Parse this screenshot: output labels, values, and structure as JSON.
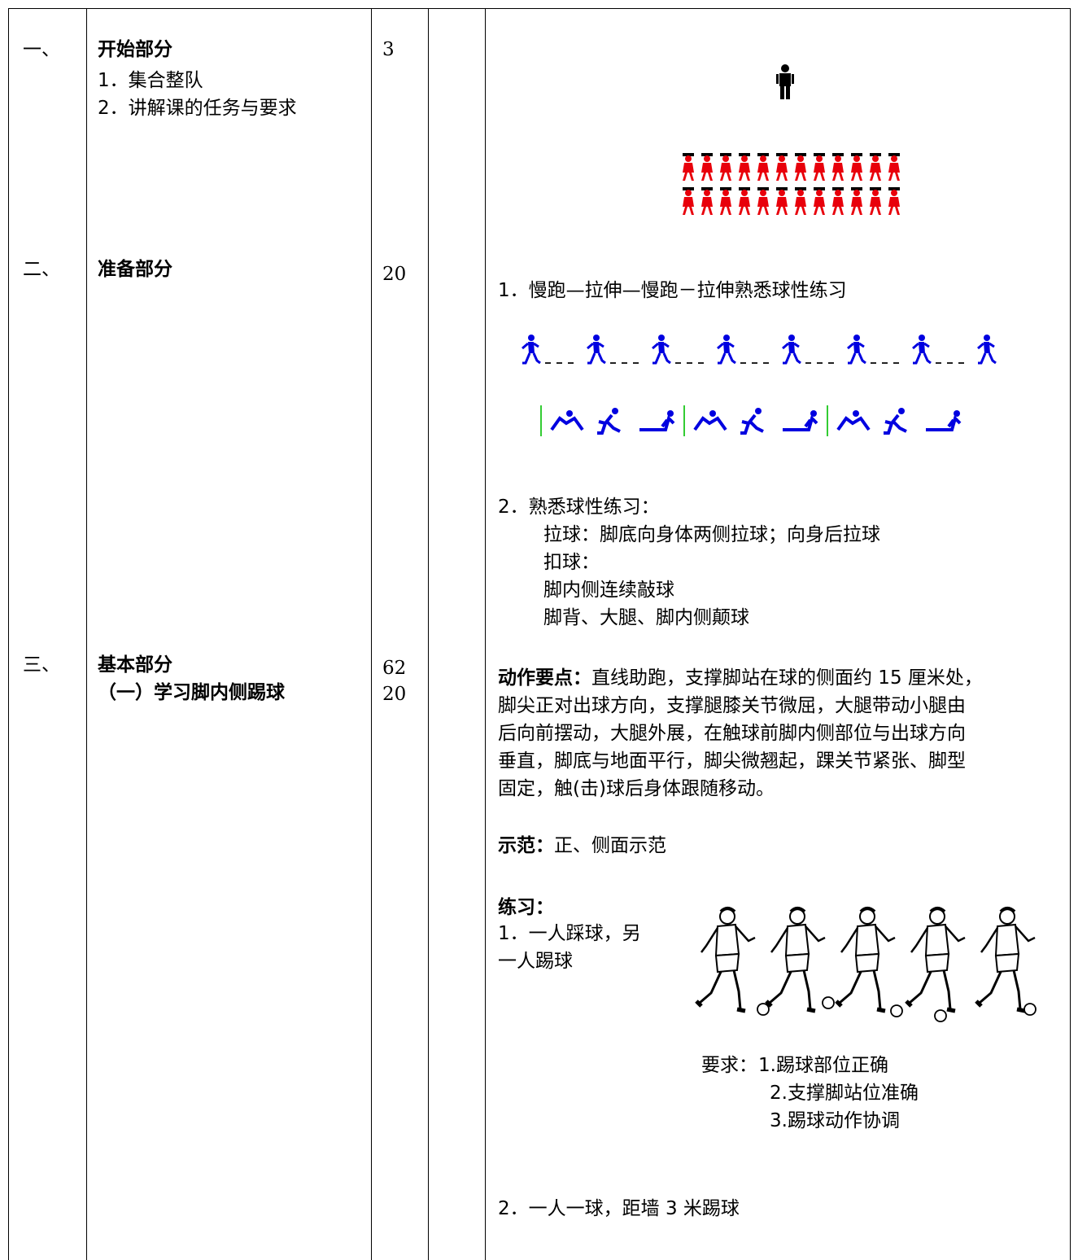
{
  "rows": [
    {
      "num": "一、",
      "title": "开始部分",
      "items": [
        "1．集合整队",
        "2．讲解课的任务与要求"
      ],
      "time": "3"
    },
    {
      "num": "二、",
      "title": "准备部分",
      "time": "20"
    },
    {
      "num": "三、",
      "title": "基本部分",
      "subtitle": "（一）学习脚内侧踢球",
      "time": "62",
      "time2": "20"
    }
  ],
  "right": {
    "warmup_title": "1．慢跑—拉伸—慢跑－拉伸熟悉球性练习",
    "ball_title": "2．熟悉球性练习：",
    "ball_lines": [
      "拉球：脚底向身体两侧拉球；向身后拉球",
      "扣球：",
      "脚内侧连续敲球",
      "脚背、大腿、脚内侧颠球"
    ],
    "key_label": "动作要点：",
    "key_lines": [
      "直线助跑，支撑脚站在球的侧面约 15 厘米处，",
      "脚尖正对出球方向，支撑腿膝关节微屈，大腿带动小腿由",
      "后向前摆动，大腿外展，在触球前脚内侧部位与出球方向",
      "垂直，脚底与地面平行，脚尖微翘起，踝关节紧张、脚型",
      "固定，触(击)球后身体跟随移动。"
    ],
    "demo_label": "示范：",
    "demo_text": "正、侧面示范",
    "practice_label": "练习：",
    "practice_lines": [
      "1．一人踩球，另",
      "一人踢球"
    ],
    "req_label": "要求：",
    "req_items": [
      "1.踢球部位正确",
      "2.支撑脚站位准确",
      "3.踢球动作协调"
    ],
    "practice2": "2．一人一球，距墙 3 米踢球"
  },
  "colors": {
    "teacher": "#000000",
    "students": "#e8000b",
    "runners": "#0000e0",
    "stretch_divider": "#33cc33"
  },
  "icons": [
    "teacher-icon",
    "student-icon",
    "runner-icon",
    "stretch-icon",
    "kicker-illustration",
    "ball-icon"
  ]
}
